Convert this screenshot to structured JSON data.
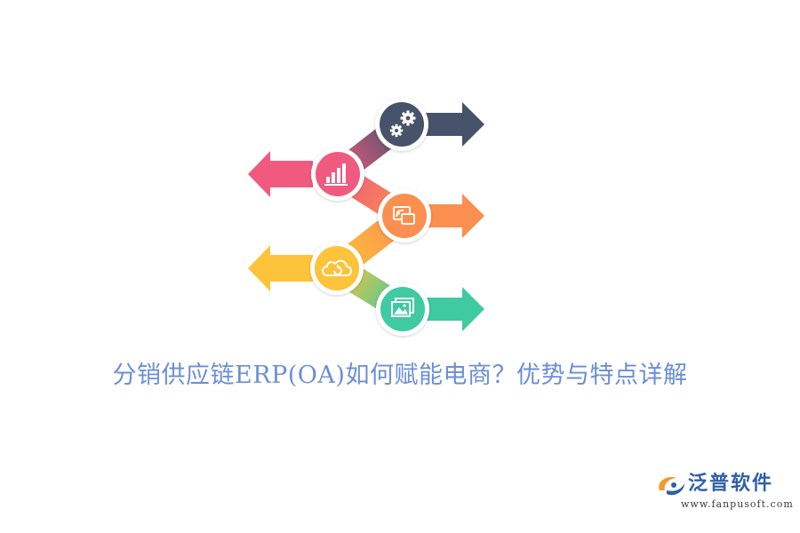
{
  "title": "分销供应链ERP(OA)如何赋能电商？优势与特点详解",
  "colors": {
    "title": "#6b8fd6",
    "slate": "#46536a",
    "pink": "#ef5a7e",
    "orange": "#fb8f4f",
    "yellow": "#fdc33a",
    "teal": "#3fcaa1",
    "logo_text": "#2f5fa6",
    "logo_url": "#3c3c3c",
    "logo_orange": "#f39a2c"
  },
  "steps": [
    {
      "icon": "gears-icon",
      "color": "slate",
      "direction": "right"
    },
    {
      "icon": "bar-chart-icon",
      "color": "pink",
      "direction": "left"
    },
    {
      "icon": "screen-share-icon",
      "color": "orange",
      "direction": "right"
    },
    {
      "icon": "cloud-icon",
      "color": "yellow",
      "direction": "left"
    },
    {
      "icon": "image-gallery-icon",
      "color": "teal",
      "direction": "right"
    }
  ],
  "logo": {
    "name": "泛普软件",
    "url": "www.fanpusoft.com"
  }
}
